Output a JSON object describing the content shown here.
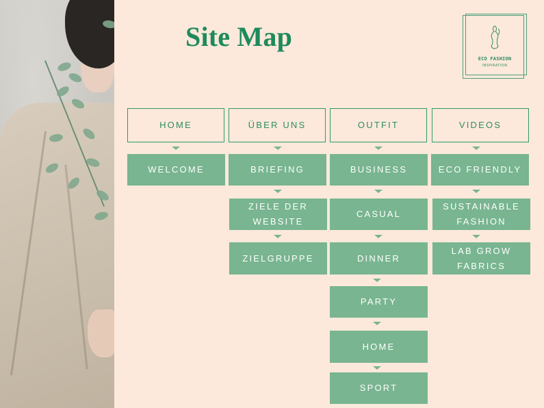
{
  "title": "Site Map",
  "logo": {
    "brand": "ECO FASHION",
    "tagline": "INSPIRATION",
    "icon": "woman-silhouette-icon"
  },
  "colors": {
    "background": "#fce9db",
    "accent": "#2e9a6a",
    "box_fill": "#78b590",
    "title": "#1e8a5c"
  },
  "columns": [
    {
      "head": "HOME",
      "items": [
        "WELCOME"
      ]
    },
    {
      "head": "ÜBER UNS",
      "items": [
        "BRIEFING",
        "ZIELE DER WEBSITE",
        "ZIELGRUPPE"
      ]
    },
    {
      "head": "OUTFIT",
      "items": [
        "BUSINESS",
        "CASUAL",
        "DINNER",
        "PARTY",
        "HOME",
        "SPORT"
      ]
    },
    {
      "head": "VIDEOS",
      "items": [
        "ECO FRIENDLY",
        "SUSTAINABLE FASHION",
        "LAB GROW FABRICS"
      ]
    }
  ]
}
